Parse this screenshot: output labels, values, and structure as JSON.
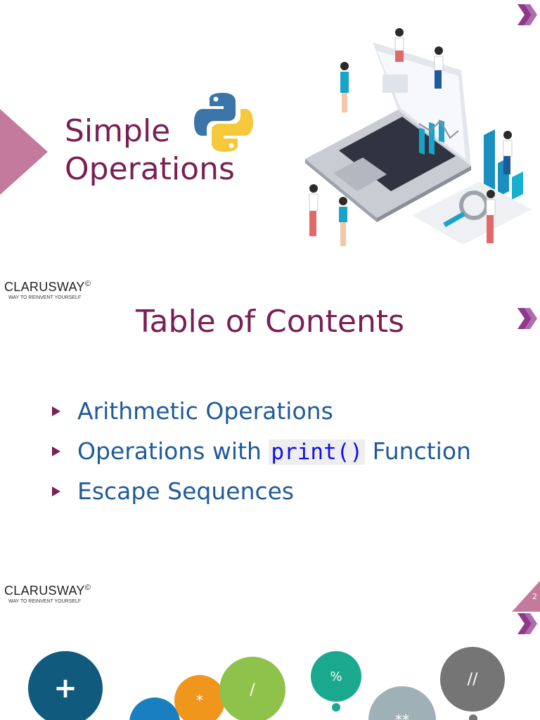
{
  "slide1": {
    "title_line1": "Simple",
    "title_line2": "Operations",
    "logo_brand": "CLARUSWAY",
    "logo_copyright": "©",
    "logo_tagline": "WAY TO REINVENT YOURSELF"
  },
  "slide2": {
    "title": "Table of Contents",
    "items": [
      {
        "text": "Arithmetic Operations"
      },
      {
        "before": "Operations with ",
        "code": "print()",
        "after": " Function"
      },
      {
        "text": "Escape Sequences"
      }
    ],
    "logo_brand": "CLARUSWAY",
    "logo_copyright": "©",
    "logo_tagline": "WAY TO REINVENT YOURSELF",
    "page_number": "2"
  },
  "slide3": {
    "operators": [
      "+",
      "*",
      "/",
      "%",
      "//",
      "**",
      "-"
    ]
  },
  "colors": {
    "accent": "#7a1f52",
    "chevron": "#8e3a8c",
    "triangle": "#c47a9c",
    "link_blue": "#1f5a9a",
    "code_blue": "#1010ee"
  },
  "icons": [
    "double-chevron-right-icon",
    "python-logo-icon",
    "laptop-analytics-illustration"
  ]
}
